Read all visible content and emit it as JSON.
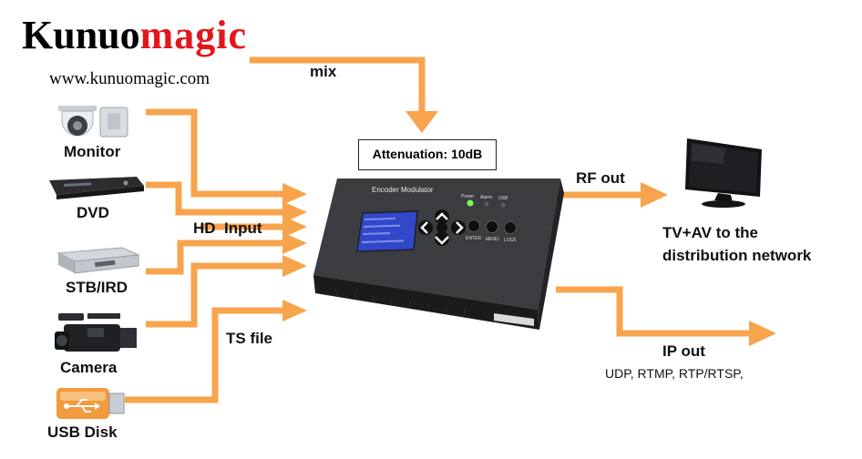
{
  "brand": {
    "name_part1": "Kunuo",
    "name_part2": "magic",
    "website": "www.kunuomagic.com",
    "color_accent": "#e3161b"
  },
  "arrow_color": "#f7a44c",
  "inputs": {
    "mix": "mix",
    "hd_input": "HD  Input",
    "ts_file": "TS file"
  },
  "sources": [
    {
      "label": "Monitor",
      "icon": "ptz-camera-icon"
    },
    {
      "label": "DVD",
      "icon": "dvd-player-icon"
    },
    {
      "label": "STB/IRD",
      "icon": "set-top-box-icon"
    },
    {
      "label": "Camera",
      "icon": "camcorder-icon"
    },
    {
      "label": "USB Disk",
      "icon": "usb-disk-icon"
    }
  ],
  "device": {
    "attenuation": "Attenuation: 10dB",
    "title": "Encoder Modulator",
    "leds": [
      "Power",
      "Alarm",
      "USB"
    ],
    "buttons": [
      "ENTER",
      "MENU",
      "LOCK"
    ]
  },
  "outputs": {
    "rf_out": "RF out",
    "tv_label_line1": "TV+AV to the",
    "tv_label_line2": "distribution network",
    "ip_out": "IP out",
    "ip_protocols": "UDP, RTMP, RTP/RTSP,"
  }
}
